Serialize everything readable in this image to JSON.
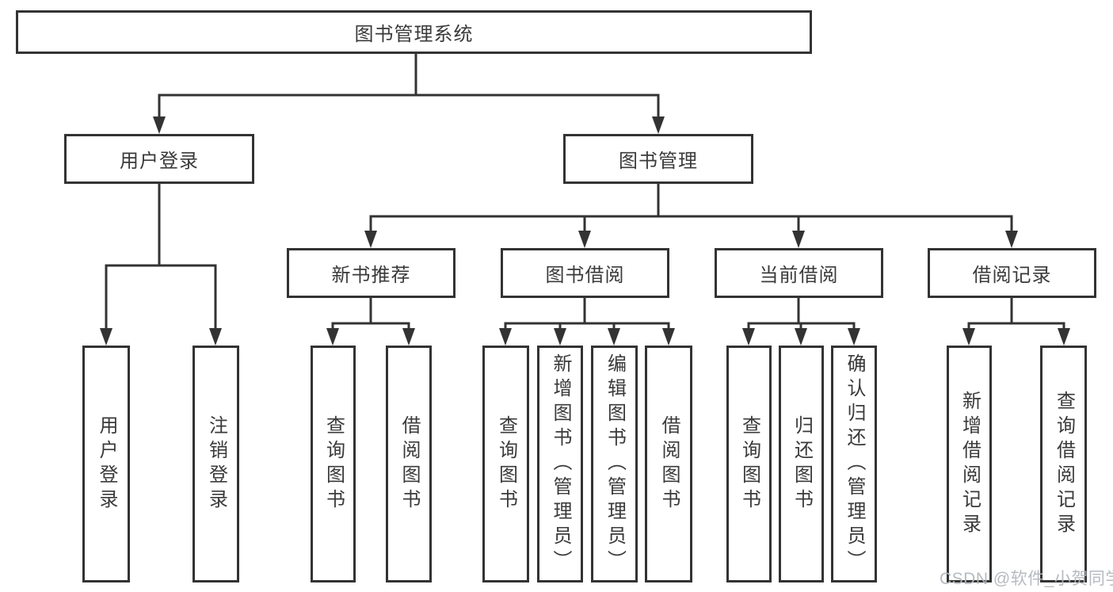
{
  "tree": {
    "root": "图书管理系统",
    "children": [
      {
        "label": "用户登录",
        "children": [
          "用户登录",
          "注销登录"
        ]
      },
      {
        "label": "图书管理",
        "children": [
          {
            "label": "新书推荐",
            "children": [
              "查询图书",
              "借阅图书"
            ]
          },
          {
            "label": "图书借阅",
            "children": [
              "查询图书",
              "新增图书（管理员）",
              "编辑图书（管理员）",
              "借阅图书"
            ]
          },
          {
            "label": "当前借阅",
            "children": [
              "查询图书",
              "归还图书",
              "确认归还（管理员）"
            ]
          },
          {
            "label": "借阅记录",
            "children": [
              "新增借阅记录",
              "查询借阅记录"
            ]
          }
        ]
      }
    ]
  },
  "watermark": {
    "text": "CSDN @软件_小贺同学"
  },
  "colors": {
    "line": "#333333",
    "border": "#333333",
    "text": "#3a3a3a",
    "watermark": "#b2b6bd",
    "background": "#ffffff"
  }
}
